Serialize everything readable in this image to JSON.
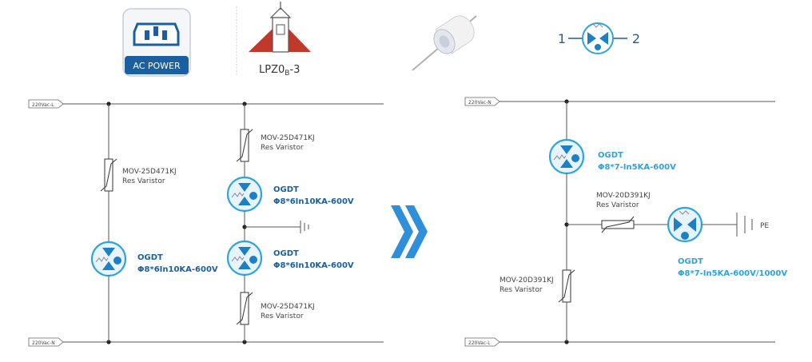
{
  "header": {
    "ac_power_label": "AC POWER",
    "lpz_main": "LPZ0",
    "lpz_sub": "B",
    "lpz_suffix": "-3",
    "symbol_pin1": "1",
    "symbol_pin2": "2"
  },
  "left_circuit": {
    "line_top": "220Vac-L",
    "line_bottom": "220Vac-N",
    "mov_left": {
      "model": "MOV-25D471KJ",
      "type": "Res Varistor"
    },
    "mov_right_top": {
      "model": "MOV-25D471KJ",
      "type": "Res Varistor"
    },
    "mov_right_bottom": {
      "model": "MOV-25D471KJ",
      "type": "Res Varistor"
    },
    "gdt_left": {
      "name": "OGDT",
      "spec": "Φ8*6In10KA-600V"
    },
    "gdt_right_top": {
      "name": "OGDT",
      "spec": "Φ8*6In10KA-600V"
    },
    "gdt_right_bottom": {
      "name": "OGDT",
      "spec": "Φ8*6In10KA-600V"
    }
  },
  "right_circuit": {
    "line_top": "220Vac-N",
    "line_bottom": "220Vac-L",
    "gdt_top": {
      "name": "OGDT",
      "spec": "Φ8*7-In5KA-600V"
    },
    "mov_mid": {
      "model": "MOV-20D391KJ",
      "type": "Res Varistor"
    },
    "mov_bottom": {
      "model": "MOV-20D391KJ",
      "type": "Res Varistor"
    },
    "gdt_pe": {
      "name": "OGDT",
      "spec": "Φ8*7-In5KA-600V/1000V"
    },
    "pe_label": "PE"
  },
  "colors": {
    "gdt_fill": "#1d7fc4",
    "gdt_edge": "#2da3dc",
    "text_dark_blue": "#1a5f9e",
    "text_light_blue": "#2da3dc",
    "chevron": "#2f8fd8",
    "ac_badge": "#1c5fa0",
    "lpz_red": "#c0392b"
  }
}
